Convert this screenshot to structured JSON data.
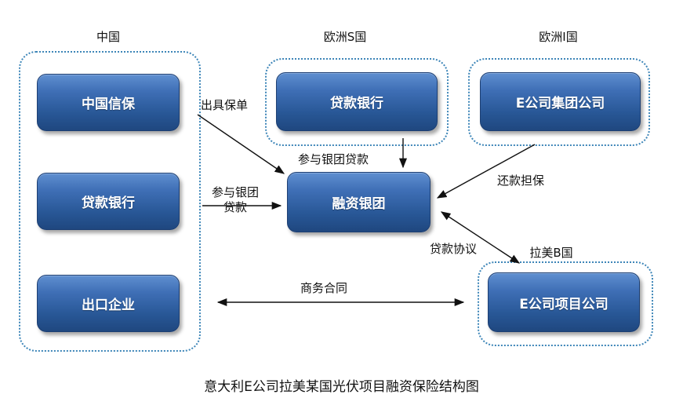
{
  "regions": {
    "china": "中国",
    "europe_s": "欧洲S国",
    "europe_i": "欧洲I国",
    "latam_b": "拉美B国"
  },
  "nodes": {
    "sinosure": "中国信保",
    "china_bank": "贷款银行",
    "exporter": "出口企业",
    "s_bank": "贷款银行",
    "e_group": "E公司集团公司",
    "syndicate": "融资银团",
    "e_project": "E公司项目公司"
  },
  "edges": {
    "guarantee": "出具保单",
    "join_syndicate_s": "参与银团贷款",
    "join_syndicate_cn_line1": "参与银团",
    "join_syndicate_cn_line2": "贷款",
    "repay_guarantee": "还款担保",
    "loan_agreement": "贷款协议",
    "commercial_contract": "商务合同"
  },
  "caption": "意大利E公司拉美某国光伏项目融资保险结构图"
}
